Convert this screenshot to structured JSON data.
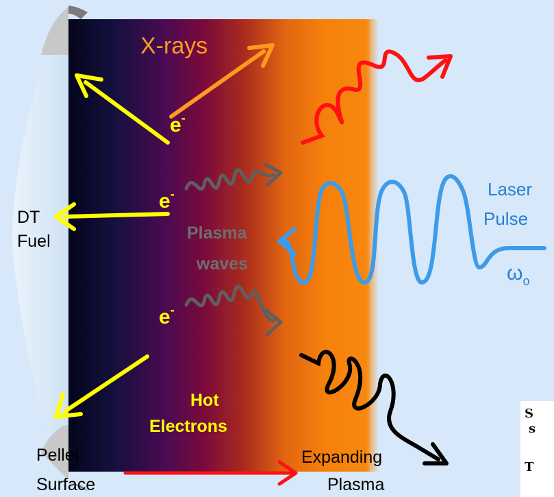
{
  "labels": {
    "xrays": "X-rays",
    "electron": "e",
    "electron_sup": "-",
    "dt_fuel_line1": "DT",
    "dt_fuel_line2": "Fuel",
    "plasma_waves_line1": "Plasma",
    "plasma_waves_line2": "waves",
    "hot_electrons_line1": "Hot",
    "hot_electrons_line2": "Electrons",
    "laser_pulse_line1": "Laser",
    "laser_pulse_line2": "Pulse",
    "omega": "ω",
    "omega_sub": "o",
    "pellet_surface_line1": "Pellet",
    "pellet_surface_line2": "Surface",
    "expanding_plasma_line1": "Expanding",
    "expanding_plasma_line2": "Plasma"
  },
  "cropped_card": {
    "line1": "S",
    "line2": "s",
    "line3": "T"
  },
  "colors": {
    "background": "#d6e8f9",
    "electron_arrows": "#ffff00",
    "xray_arrow": "#ff9a1e",
    "laser": "#3d9be9",
    "plasma_wave": "#5f5f5f",
    "scattered_red": "#ff1111",
    "scattered_black": "#000000",
    "label_yellow": "#ffff00",
    "label_orange": "#ff9a1e",
    "label_blue": "#2a7fd4"
  }
}
